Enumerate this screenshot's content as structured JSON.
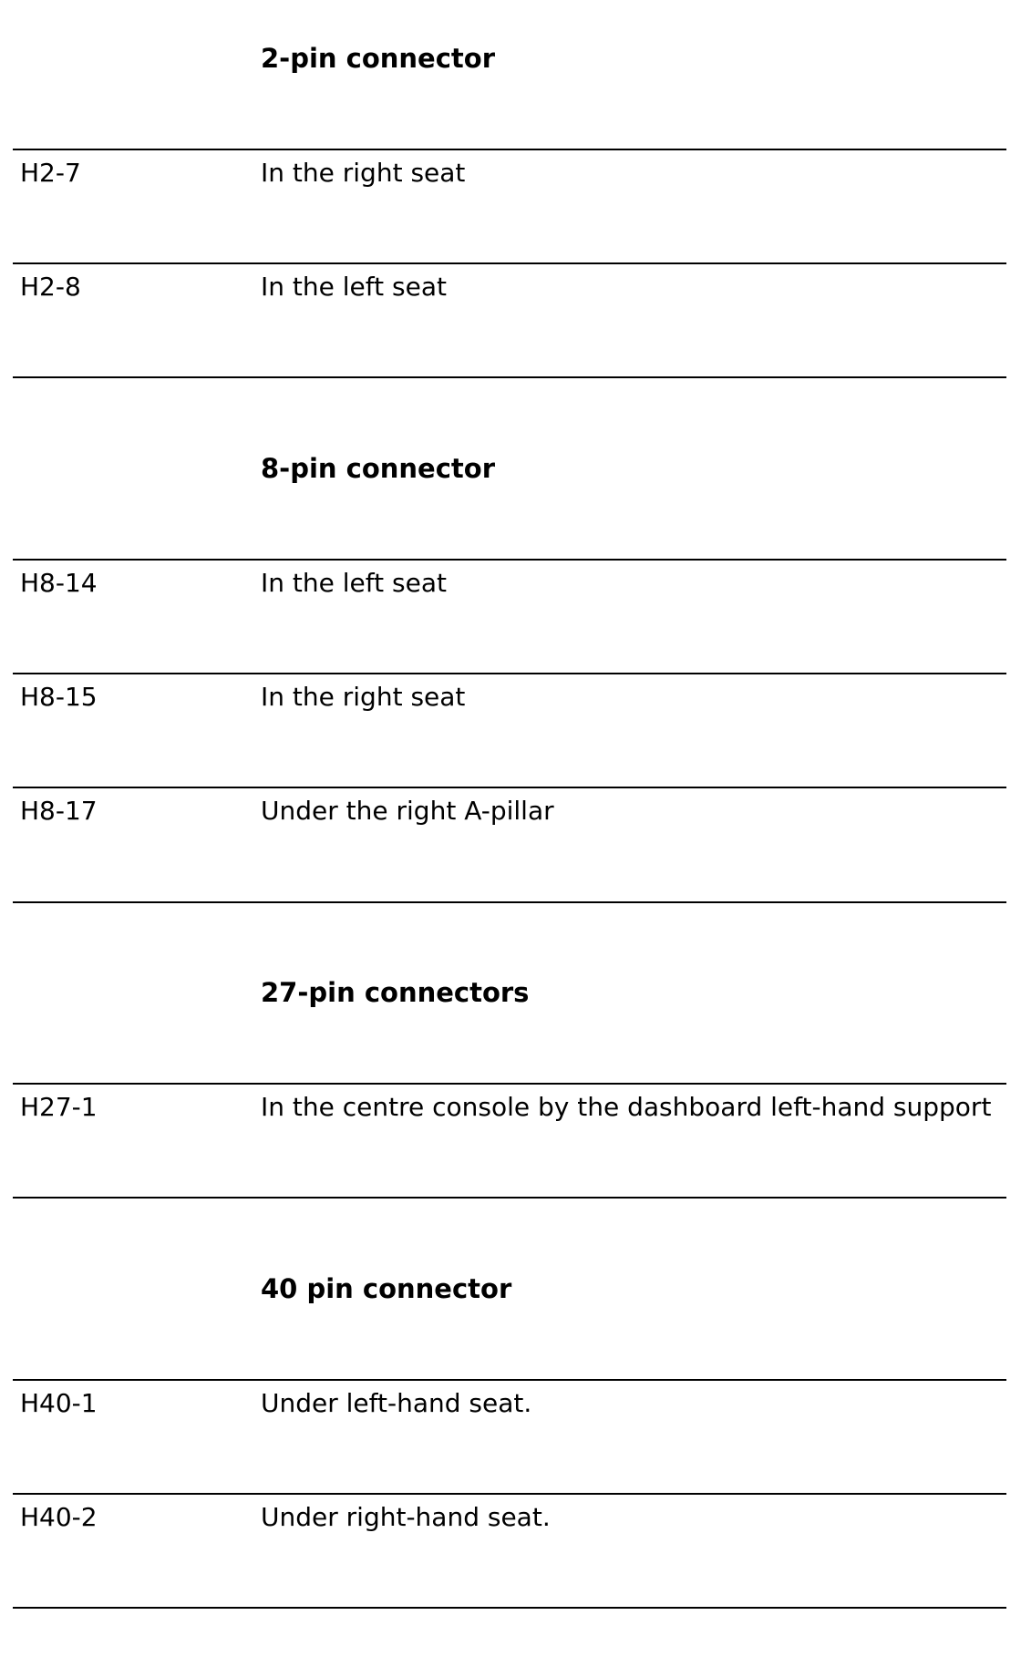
{
  "sections": [
    {
      "heading": "2-pin connector",
      "rows": [
        {
          "code": "H2-7",
          "location": "In the right seat"
        },
        {
          "code": "H2-8",
          "location": "In the left seat"
        }
      ]
    },
    {
      "heading": "8-pin connector",
      "rows": [
        {
          "code": "H8-14",
          "location": "In the left seat"
        },
        {
          "code": "H8-15",
          "location": "In the right seat"
        },
        {
          "code": "H8-17",
          "location": "Under the right A-pillar"
        }
      ]
    },
    {
      "heading": "27-pin connectors",
      "rows": [
        {
          "code": "H27-1",
          "location": "In the centre console by the dashboard left-hand support"
        }
      ]
    },
    {
      "heading": "40 pin connector",
      "rows": [
        {
          "code": "H40-1",
          "location": "Under left-hand seat."
        },
        {
          "code": "H40-2",
          "location": "Under right-hand seat."
        }
      ]
    }
  ]
}
